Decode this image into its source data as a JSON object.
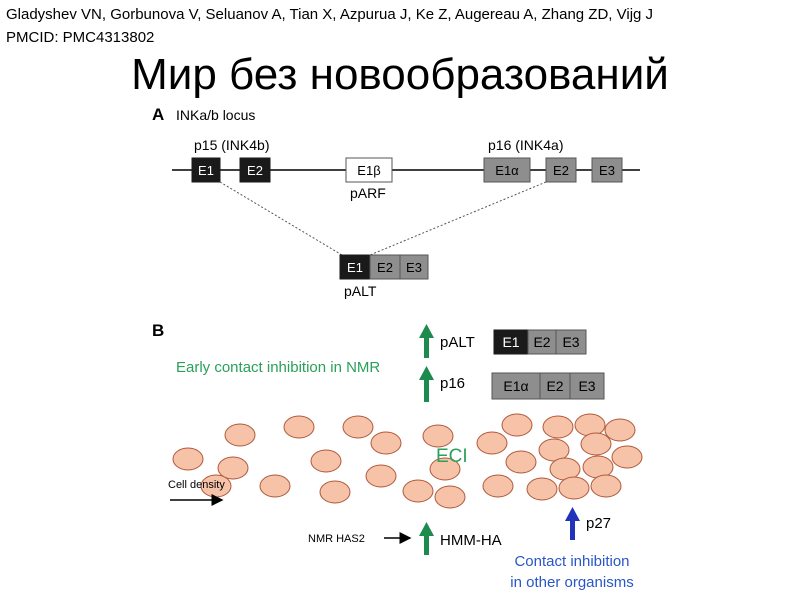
{
  "header": {
    "authors": "Gladyshev VN, Gorbunova V, Seluanov A, Tian X, Azpurua J, Ke Z, Augereau A, Zhang ZD, Vijg J",
    "pmcid": "PMCID: PMC4313802",
    "title": "Мир без новообразований"
  },
  "panel_a": {
    "letter": "A",
    "locus_label": "INKa/b locus",
    "p15_label": "p15 (INK4b)",
    "p16_label": "p16 (INK4a)",
    "exons": {
      "e1": "E1",
      "e2": "E2",
      "e1beta": "E1β",
      "e1alpha": "E1α",
      "e2b": "E2",
      "e3": "E3"
    },
    "parf_label": "pARF",
    "alt_exons": {
      "e1": "E1",
      "e2": "E2",
      "e3": "E3"
    },
    "palt_label": "pALT"
  },
  "panel_b": {
    "letter": "B",
    "palt_label": "pALT",
    "palt_exons": {
      "e1": "E1",
      "e2": "E2",
      "e3": "E3"
    },
    "p16_label": "p16",
    "p16_exons": {
      "e1alpha": "E1α",
      "e2": "E2",
      "e3": "E3"
    },
    "early_contact_text": "Early contact inhibition in NMR",
    "eci_label": "ECI",
    "cell_density_label": "Cell density",
    "nmr_has2_label": "NMR HAS2",
    "hmm_ha_label": "HMM-HA",
    "p27_label": "p27",
    "contact_other_line1": "Contact inhibition",
    "contact_other_line2": "in other organisms"
  },
  "colors": {
    "dark_exon": "#1a1a1a",
    "gray_exon": "#8e8e8e",
    "white_exon": "#ffffff",
    "green_arrow": "#1d8a4e",
    "green_text": "#2aa05a",
    "blue_arrow": "#2233bb",
    "blue_text": "#2a56c8",
    "cell_fill": "#f6c2a8",
    "cell_stroke": "#b05a3c"
  }
}
